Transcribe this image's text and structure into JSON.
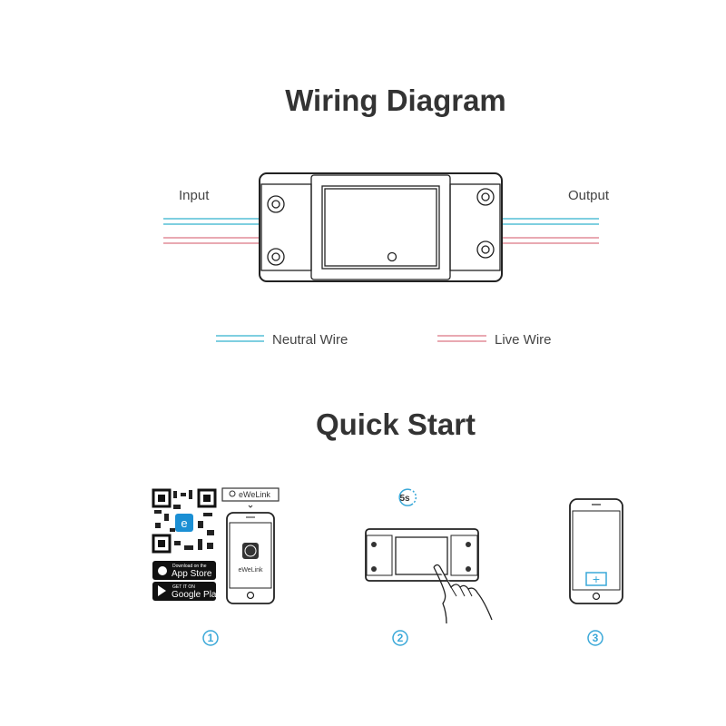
{
  "wiring": {
    "title": "Wiring Diagram",
    "input_label": "Input",
    "output_label": "Output",
    "legend": [
      {
        "label": "Neutral Wire",
        "color": "#7fcfe0"
      },
      {
        "label": "Live Wire",
        "color": "#e9a9b2"
      }
    ]
  },
  "quick_start": {
    "title": "Quick Start",
    "accent_color": "#3aa8d8",
    "step1": {
      "number": "1",
      "search_label": "eWeLink",
      "app_name": "eWeLink",
      "app_store_small": "Download on the",
      "app_store_big": "App Store",
      "google_play_small": "GET IT ON",
      "google_play_big": "Google Play",
      "qr_logo_letter": "e"
    },
    "step2": {
      "number": "2",
      "timer": "5s"
    },
    "step3": {
      "number": "3",
      "add_symbol": "+"
    }
  }
}
